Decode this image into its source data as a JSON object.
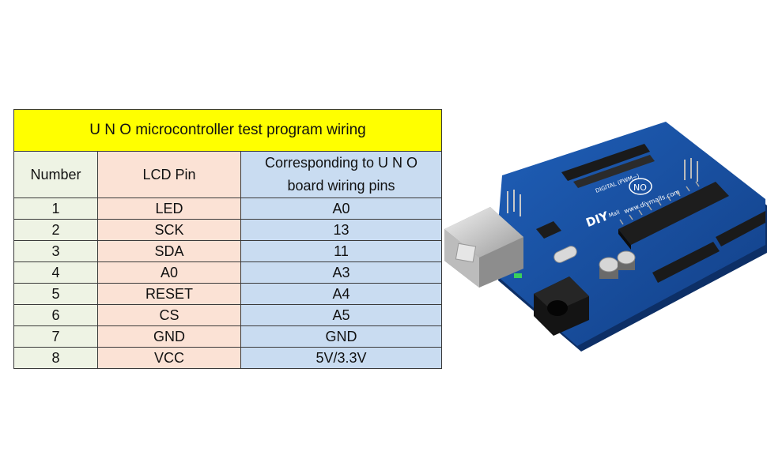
{
  "table": {
    "title": "U N O microcontroller test program wiring",
    "headers": {
      "number": "Number",
      "lcd_pin": "LCD Pin",
      "uno_line1": "Corresponding to U N O",
      "uno_line2": "board wiring pins"
    },
    "rows": [
      {
        "number": "1",
        "lcd_pin": "LED",
        "uno_pin": "A0"
      },
      {
        "number": "2",
        "lcd_pin": "SCK",
        "uno_pin": "13"
      },
      {
        "number": "3",
        "lcd_pin": "SDA",
        "uno_pin": "11"
      },
      {
        "number": "4",
        "lcd_pin": "A0",
        "uno_pin": "A3"
      },
      {
        "number": "5",
        "lcd_pin": "RESET",
        "uno_pin": "A4"
      },
      {
        "number": "6",
        "lcd_pin": "CS",
        "uno_pin": "A5"
      },
      {
        "number": "7",
        "lcd_pin": "GND",
        "uno_pin": "GND"
      },
      {
        "number": "8",
        "lcd_pin": "VCC",
        "uno_pin": "5V/3.3V"
      }
    ]
  },
  "board_photo": {
    "brand": "DIY",
    "brand_small": "Mall",
    "website": "www.diymalls.com",
    "logo_text": "NO",
    "header_label": "DIGITAL (PWM~)"
  }
}
